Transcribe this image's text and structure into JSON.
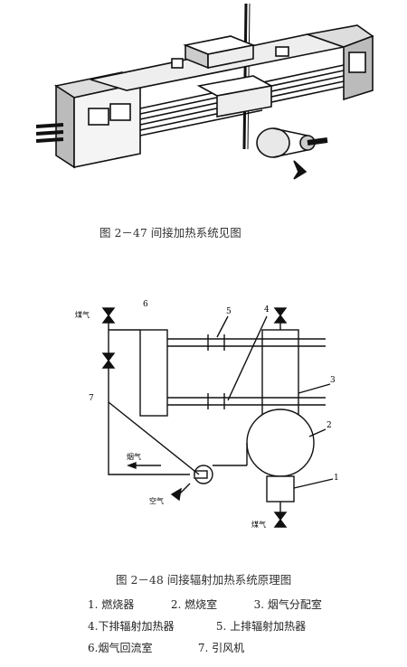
{
  "figure1": {
    "caption": "图 2－47  间接加热系统见图"
  },
  "figure2": {
    "caption": "图 2－48  间接辐射加热系统原理图",
    "labels": {
      "gas_top": "煤气",
      "gas_bottom": "煤气",
      "flue_gas": "烟气",
      "air": "空气",
      "n1": "1",
      "n2": "2",
      "n3": "3",
      "n4": "4",
      "n5": "5",
      "n6": "6",
      "n7": "7"
    },
    "legend": [
      [
        "1.  燃烧器",
        "2.  燃烧室",
        "3.  烟气分配室"
      ],
      [
        "4.下排辐射加热器",
        "5.  上排辐射加热器"
      ],
      [
        "6.烟气回流室",
        "7.  引风机"
      ]
    ]
  }
}
